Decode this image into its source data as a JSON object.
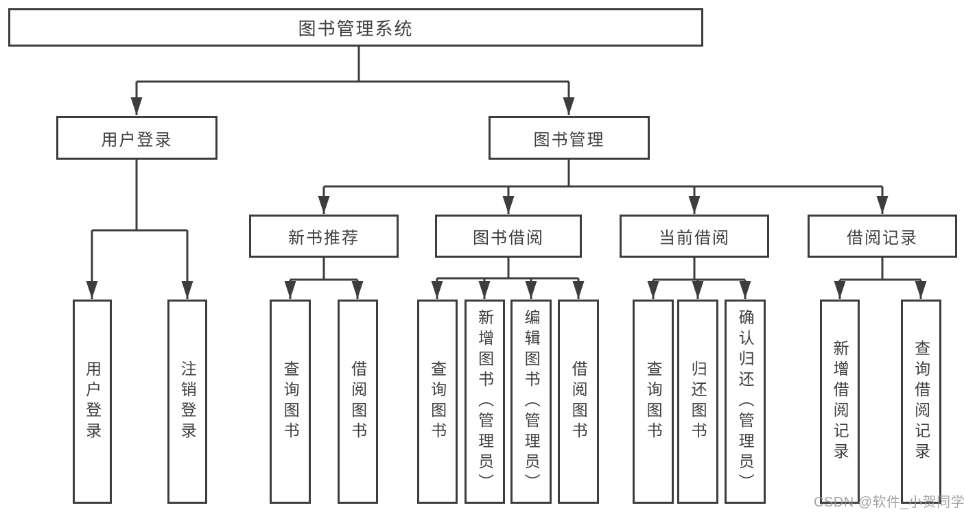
{
  "diagram": {
    "root": {
      "label": "图书管理系统"
    },
    "branches": {
      "user_login": {
        "label": "用户登录",
        "children": [
          "用户登录",
          "注销登录"
        ]
      },
      "book_management": {
        "label": "图书管理",
        "children": {
          "new_book_recommend": {
            "label": "新书推荐",
            "children": [
              "查询图书",
              "借阅图书"
            ]
          },
          "book_borrow": {
            "label": "图书借阅",
            "children": [
              "查询图书",
              "新增图书（管理员）",
              "编辑图书（管理员）",
              "借阅图书"
            ]
          },
          "current_borrow": {
            "label": "当前借阅",
            "children": [
              "查询图书",
              "归还图书",
              "确认归还（管理员）"
            ]
          },
          "borrow_record": {
            "label": "借阅记录",
            "children": [
              "新增借阅记录",
              "查询借阅记录"
            ]
          }
        }
      }
    },
    "colors": {
      "line": "#3d3d3d",
      "text": "#3f3f3f",
      "background": "#ffffff",
      "watermark_gray": "#979797"
    }
  },
  "watermark": "CSDN @软件_小贺同学"
}
